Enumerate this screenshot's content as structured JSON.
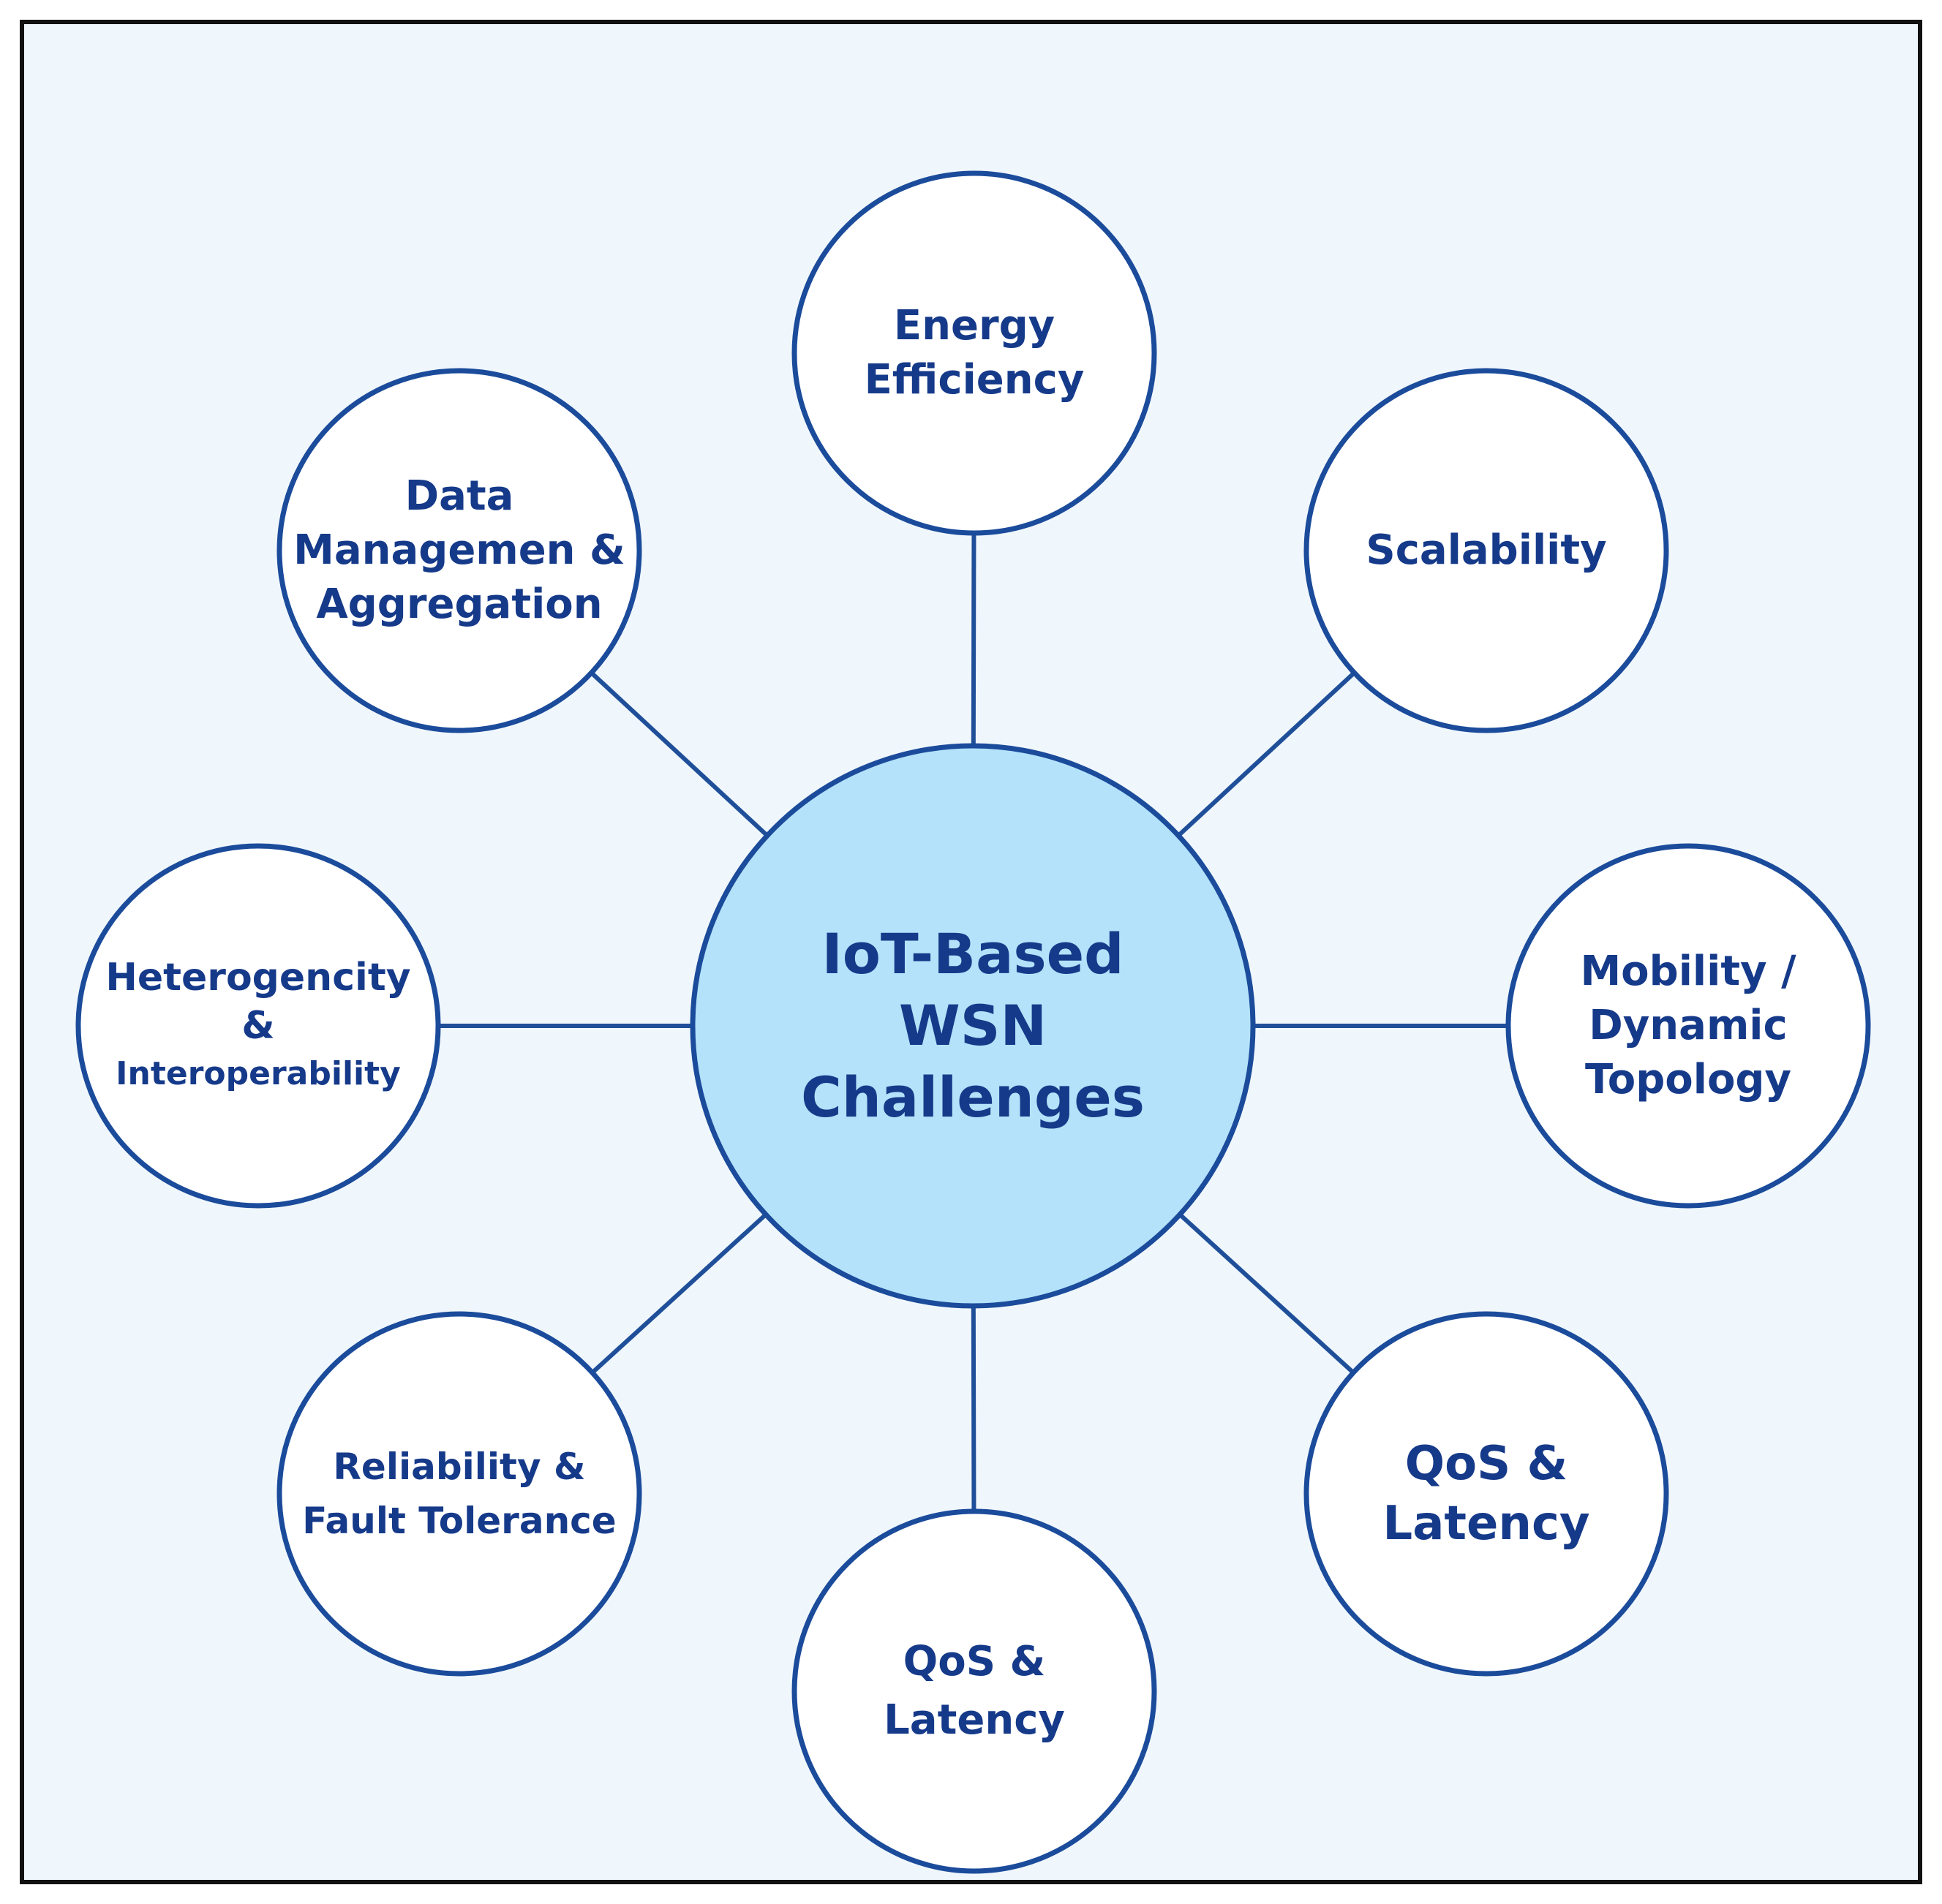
{
  "colors": {
    "background": "#f0f7fc",
    "border": "#111111",
    "line": "#1f4f99",
    "node_fill": "#ffffff",
    "node_stroke": "#1b4b9b",
    "hub_fill": "#b4e2fa",
    "text": "#163a8a"
  },
  "hub": {
    "lines": [
      "IoT-Based",
      "WSN",
      "Challenges"
    ]
  },
  "nodes": [
    {
      "id": "energy-efficiency",
      "lines": [
        "Energy",
        "Efficiency"
      ]
    },
    {
      "id": "scalability",
      "lines": [
        "Scalability"
      ]
    },
    {
      "id": "mobility-dynamic-topology",
      "lines": [
        "Mobility /",
        "Dynamic",
        "Topology"
      ]
    },
    {
      "id": "qos-latency-right",
      "lines": [
        "QoS &",
        "Latency"
      ]
    },
    {
      "id": "qos-latency-bottom",
      "lines": [
        "QoS &",
        "Latency"
      ]
    },
    {
      "id": "reliability-fault-tolerance",
      "lines": [
        "Reliability &",
        "Fault Tolerance"
      ]
    },
    {
      "id": "heterogeneity-interoperability",
      "lines": [
        "Heterogencity",
        "&",
        "Interoperability"
      ]
    },
    {
      "id": "data-management-aggregation",
      "lines": [
        "Data",
        "Managemen &",
        "Aggregation"
      ]
    }
  ]
}
